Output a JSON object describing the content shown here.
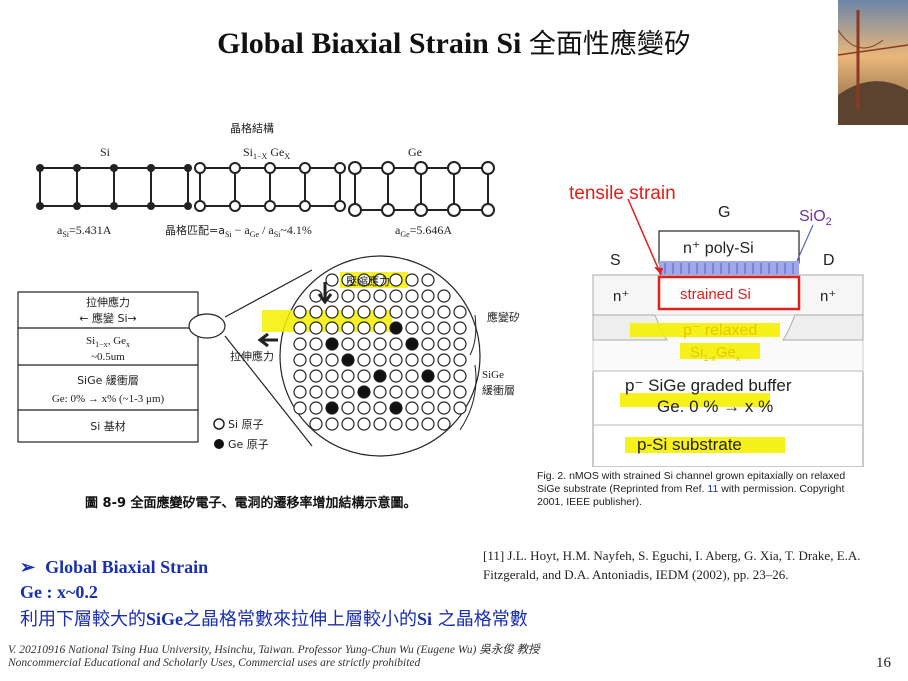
{
  "slide": {
    "title_en": "Global Biaxial Strain Si",
    "title_cn": "全面性應變矽",
    "page_number": "16"
  },
  "left_figure": {
    "lattice_header": "晶格結構",
    "lattice_labels": [
      "Si",
      "Si",
      "1−X",
      " Ge",
      "X",
      "Ge"
    ],
    "a_si": "a",
    "a_si_sub": "Si",
    "a_si_val": "=5.431A",
    "mismatch_prefix": "晶格匹配=a",
    "mismatch_mid": " − a",
    "mismatch_div": " / a",
    "mismatch_val": "~4.1%",
    "sub_si": "Si",
    "sub_ge": "Ge",
    "a_ge": "a",
    "a_ge_sub": "Ge",
    "a_ge_val": "=5.646A",
    "stack": {
      "layer1a": "拉伸應力",
      "layer1b": "← 應變 Si→",
      "layer2a": "Si",
      "layer2b": "1−x",
      "layer2c": ", Ge",
      "layer2d": "x",
      "layer2e": "~0.5um",
      "layer3a": "SiGe 緩衝層",
      "layer3b": "Ge: 0%   →  x% (~1-3   μm)",
      "layer4": "Si 基材"
    },
    "zoom": {
      "compress": "壓縮應力",
      "tensile": "拉伸應力",
      "strained_si": "應變矽",
      "sige_buffer_1": "SiGe",
      "sige_buffer_2": "緩衝層",
      "legend_si": "Si 原子",
      "legend_ge": "Ge 原子"
    },
    "caption": "圖 8-9   全面應變矽電子、電洞的遷移率增加結構示意圖。"
  },
  "right_figure": {
    "tensile_strain": "tensile strain",
    "gate": "G",
    "sio2": "SiO",
    "sio2_sub": "2",
    "poly": "n⁺ poly-Si",
    "source": "S",
    "drain": "D",
    "n_left": "n⁺",
    "n_right": "n⁺",
    "strained_si": "strained Si",
    "relaxed": "p⁻ relaxed",
    "relaxed2a": "Si",
    "relaxed2b": "1-x",
    "relaxed2c": "Ge",
    "relaxed2d": "x",
    "buffer": "p⁻ SiGe graded buffer",
    "buffer2": "Ge. 0 % → x %",
    "substrate": "p-Si substrate",
    "caption_1": "Fig. 2.  nMOS with strained Si channel grown epitaxially on relaxed",
    "caption_2a": "SiGe substrate (Reprinted from Ref. ",
    "caption_ref": "11",
    "caption_2b": " with permission. Copyright",
    "caption_3": "2001, IEEE publisher)."
  },
  "notes": {
    "bullet": "Global Biaxial Strain",
    "ge": "Ge : x~0.2",
    "cn_a": "利用下層較大的",
    "cn_b": "SiGe",
    "cn_c": "之晶格常數來拉伸上層較小的",
    "cn_d": "Si",
    "cn_e": " 之晶格常數",
    "reference": "[11] J.L. Hoyt, H.M. Nayfeh, S. Eguchi, I. Aberg, G. Xia, T. Drake, E.A. Fitzgerald, and D.A. Antoniadis, IEDM (2002), pp. 23–26."
  },
  "footer": {
    "line1": "V. 20210916 National Tsing Hua University, Hsinchu, Taiwan. Professor Yung-Chun Wu (Eugene Wu) 吳永俊 教授",
    "line2": "Noncommercial Educational and Scholarly Uses, Commercial uses are strictly prohibited"
  },
  "colors": {
    "title": "#111111",
    "accent_blue": "#1a2fb0",
    "tensile_red": "#e0201a",
    "highlight_yellow": "#f5f000",
    "sio2_purple": "#7030a0"
  }
}
